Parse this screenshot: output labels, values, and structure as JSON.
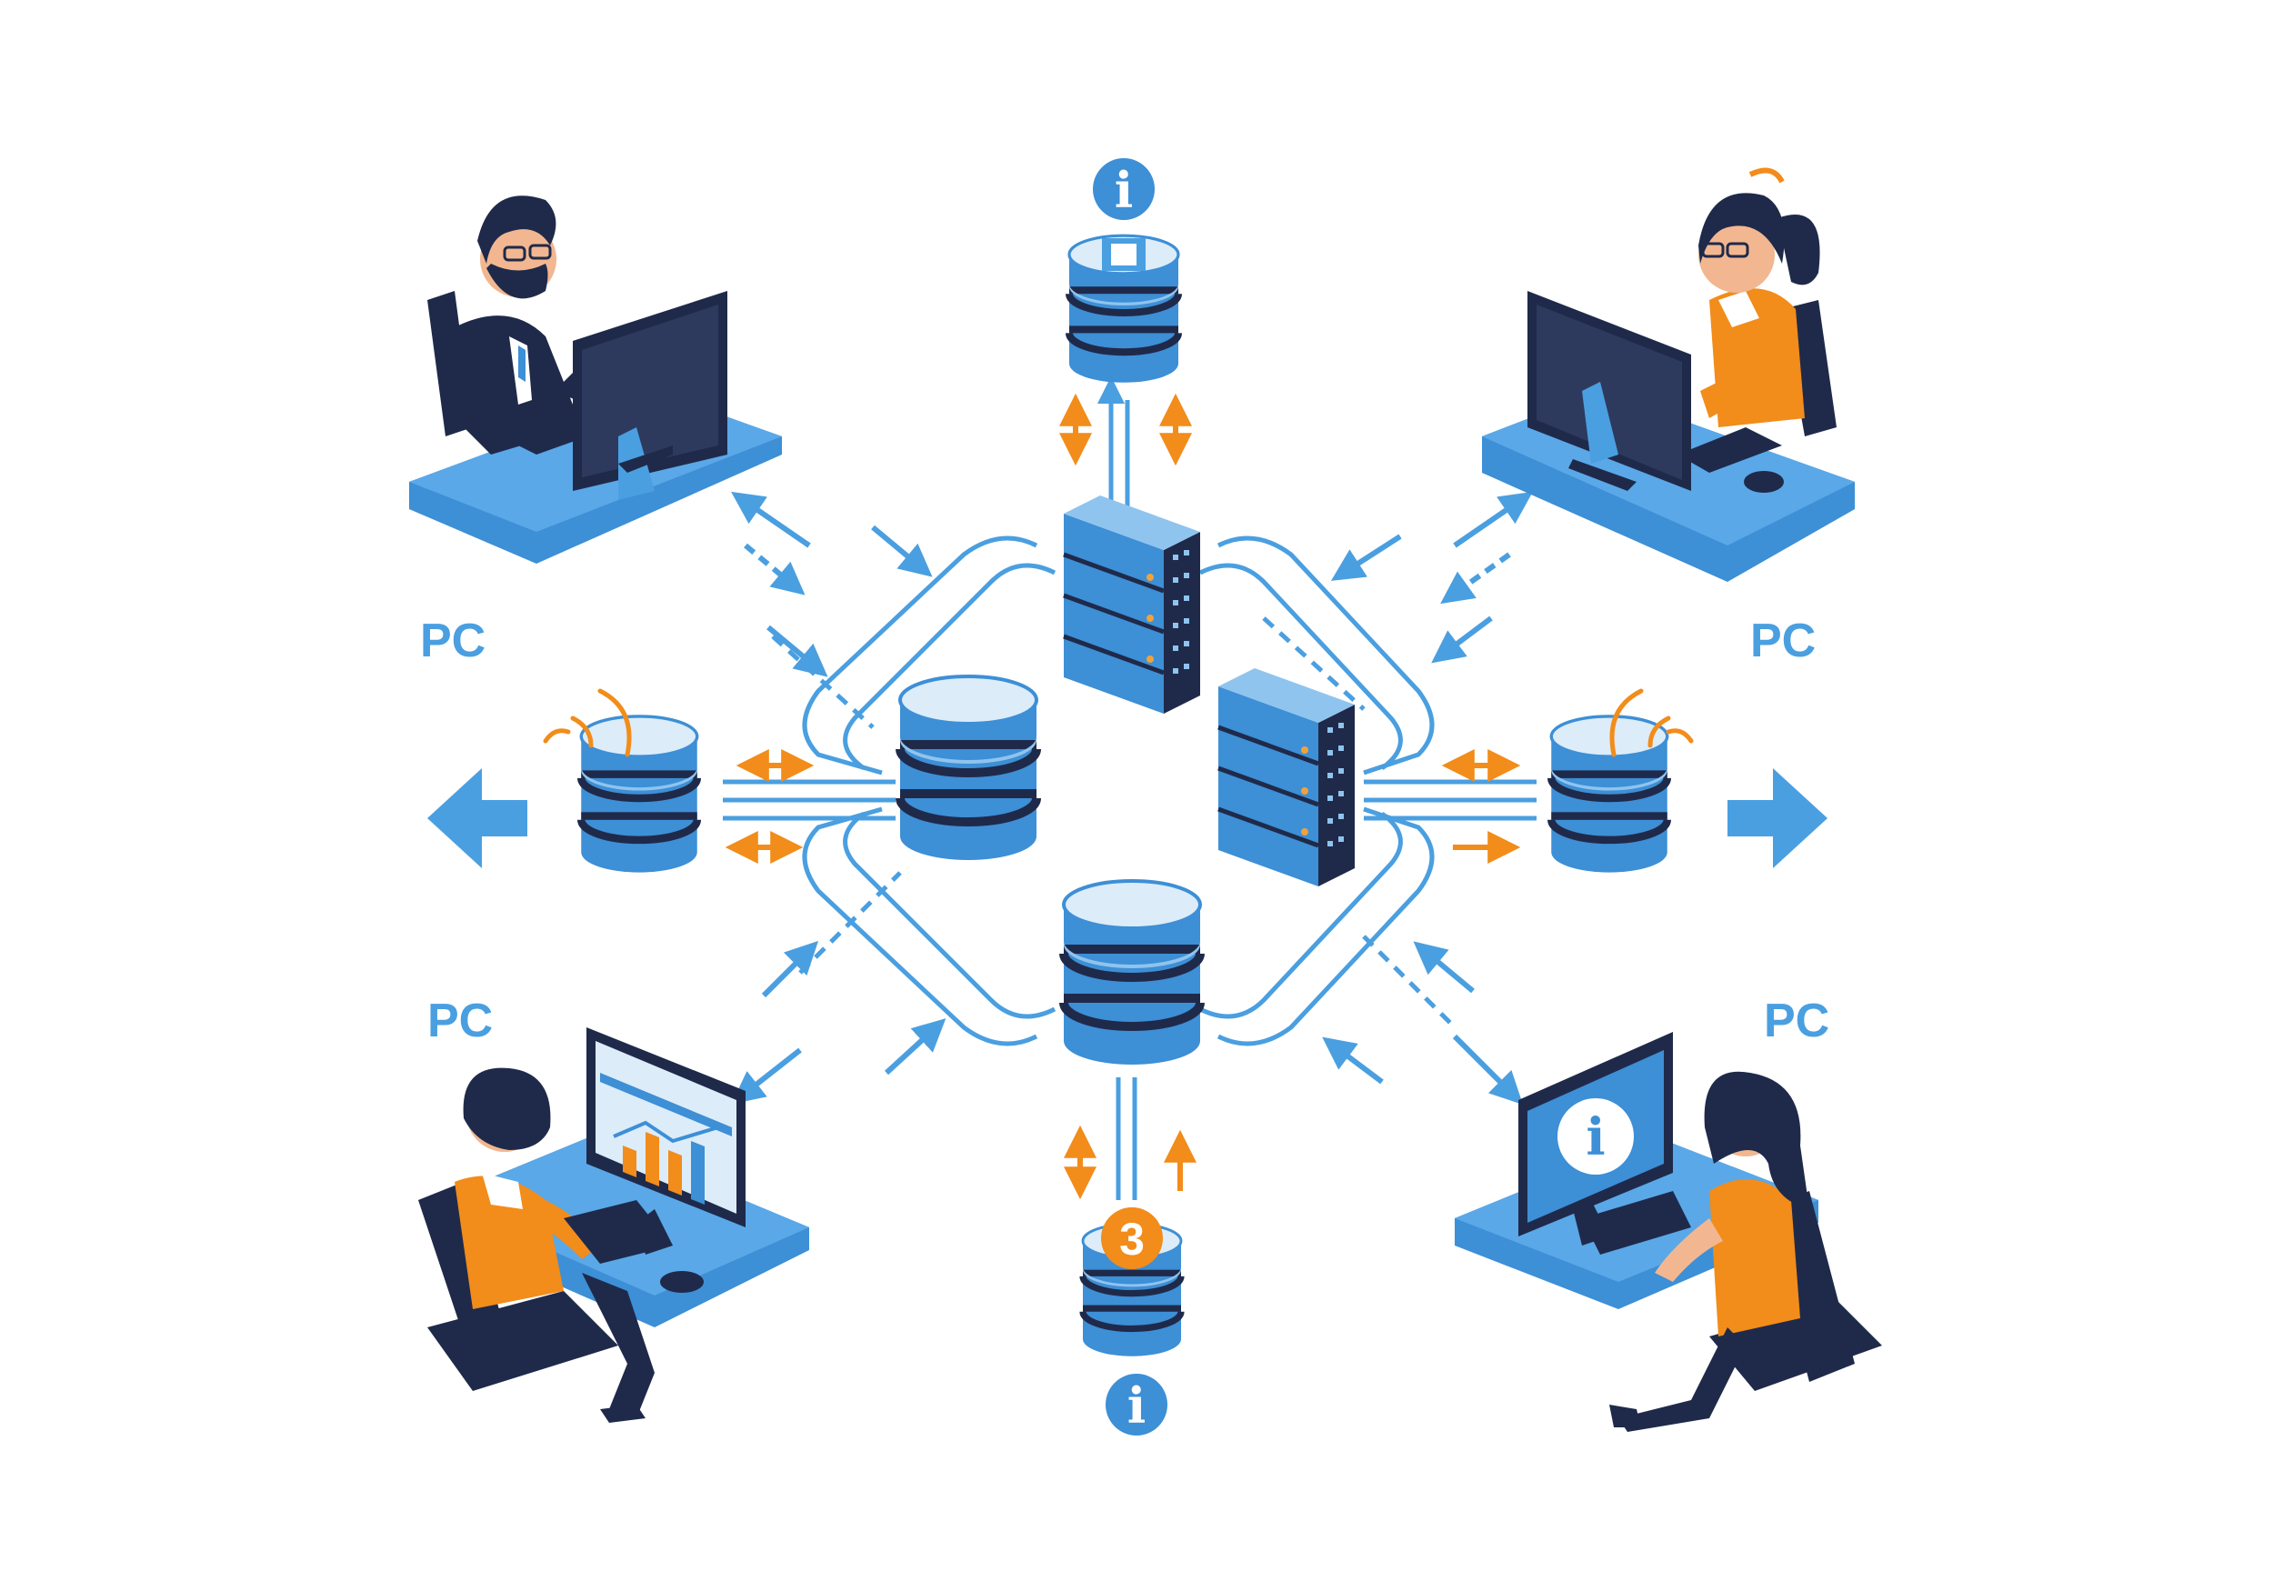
{
  "labels": {
    "pc_top_left": "PC",
    "pc_top_right": "PC",
    "pc_bottom_left": "PC",
    "pc_bottom_right": "PC"
  },
  "badges": {
    "info_top": "i",
    "info_bottom": "i",
    "info_screen": "i",
    "number_bottom": "3"
  },
  "colors": {
    "primary_blue": "#3d8fd6",
    "light_blue": "#8fc4ee",
    "dark_navy": "#1f2a4a",
    "accent_orange": "#f28c1a",
    "white": "#ffffff"
  }
}
